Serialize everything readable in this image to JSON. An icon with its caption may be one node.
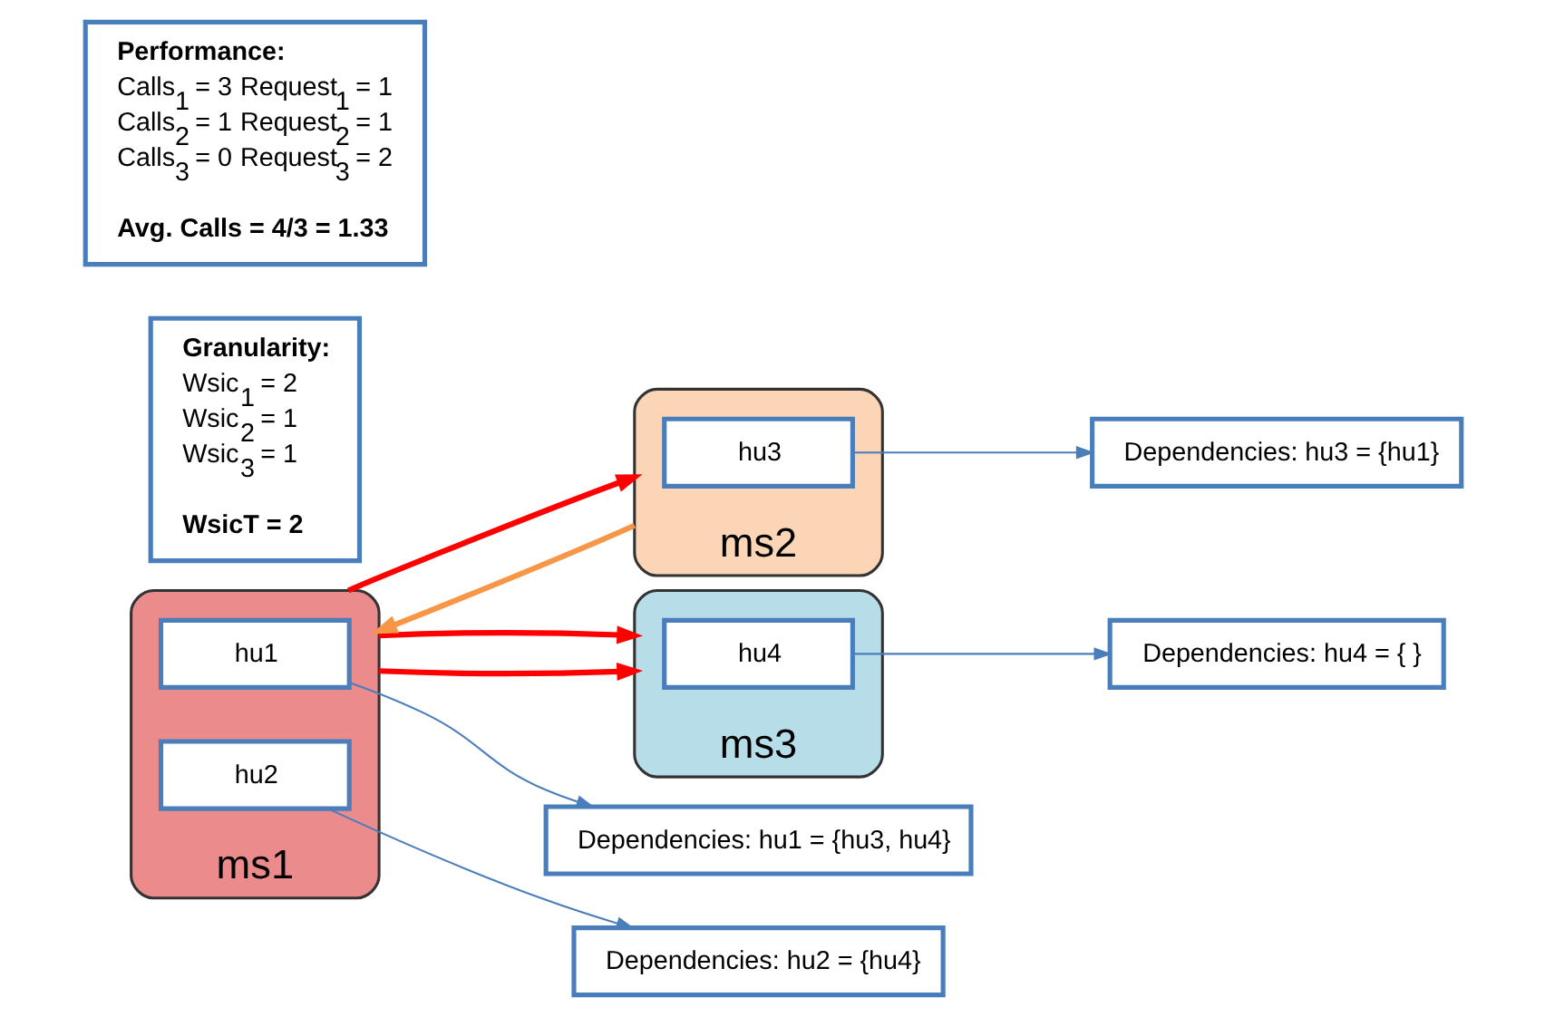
{
  "diagram": {
    "nodes": [
      {
        "text": [
          "ms1"
        ]
      },
      {
        "text": [
          "hu1"
        ],
        "in": 0
      },
      {
        "text": [
          "hu2"
        ],
        "in": 0
      },
      {
        "text": [
          "ms2"
        ]
      },
      {
        "text": [
          "hu3"
        ],
        "in": 3
      },
      {
        "text": [
          "ms3"
        ]
      },
      {
        "text": [
          "hu4"
        ],
        "in": 5
      },
      {
        "text": [
          "Dependencies: hu1 = {hu3, hu4}"
        ]
      },
      {
        "text": [
          "Dependencies: hu2 = {hu4}"
        ]
      },
      {
        "text": [
          "Dependencies: hu3 = {hu1}"
        ]
      },
      {
        "text": [
          "Dependencies: hu4 = { }"
        ]
      },
      {
        "text": [
          "Granularity:",
          "Wsic$_{1}$ = 2",
          "Wsic$_{2}$ = 1",
          "Wsic$_{3}$ = 1",
          "WsicT = 2"
        ]
      },
      {
        "text": [
          "Performance:",
          "Calls$_{1}$ = 3",
          "Request$_{1}$ = 1",
          "Calls$_{2}$ = 1",
          "Request$_{2}$ = 1",
          "Calls$_{3}$ = 0",
          "Request$_{3}$ = 2",
          "Avg. Calls = 4/3 = 1.33"
        ]
      }
    ],
    "edges": [
      {
        "from": 1,
        "to": 7,
        "arrow": "to"
      },
      {
        "from": 2,
        "to": 8,
        "arrow": "to"
      },
      {
        "from": 4,
        "to": 9,
        "arrow": "to"
      },
      {
        "from": 6,
        "to": 10,
        "arrow": "to"
      },
      {
        "from": 0,
        "to": 3,
        "arrow": "to",
        "style": "thick",
        "color": "#ff0000"
      },
      {
        "from": 3,
        "to": 0,
        "arrow": "to",
        "style": "thick",
        "color": "#f79646"
      },
      {
        "from": 0,
        "to": 5,
        "arrow": "to",
        "style": "thick",
        "color": "#ff0000"
      },
      {
        "from": 0,
        "to": 5,
        "arrow": "to",
        "style": "thick",
        "color": "#ff0000"
      }
    ]
  }
}
